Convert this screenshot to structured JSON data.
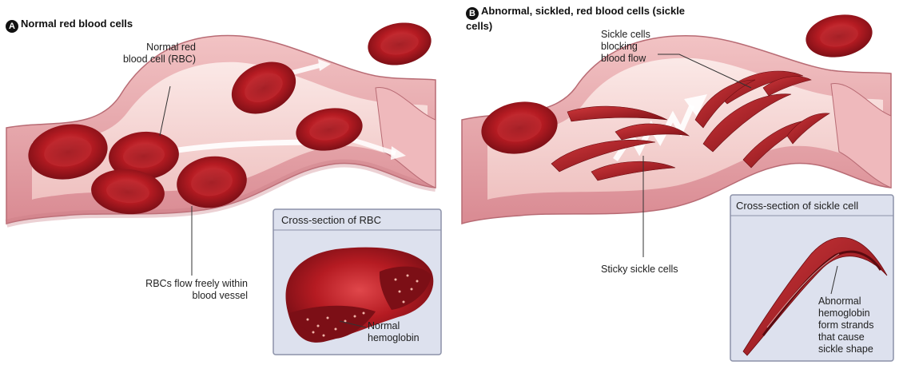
{
  "panel_a": {
    "badge": "A",
    "title": "Normal red blood cells",
    "label_rbc": "Normal red blood cell (RBC)",
    "label_flow": "RBCs flow freely within blood vessel",
    "inset_title": "Cross-section of RBC",
    "label_hemoglobin": "Normal hemoglobin"
  },
  "panel_b": {
    "badge": "B",
    "title": "Abnormal, sickled, red blood cells (sickle cells)",
    "label_blocking": "Sickle cells blocking blood flow",
    "label_sticky": "Sticky sickle cells",
    "inset_title": "Cross-section of sickle cell",
    "label_hemoglobin": "Abnormal hemoglobin form strands that cause sickle shape"
  },
  "colors": {
    "vessel_wall": "#e7a0a6",
    "vessel_inner": "#f6d4d3",
    "blood_cell": "#b81c24",
    "inset_bg": "#dde1ee",
    "inset_border": "#8b91a8"
  }
}
